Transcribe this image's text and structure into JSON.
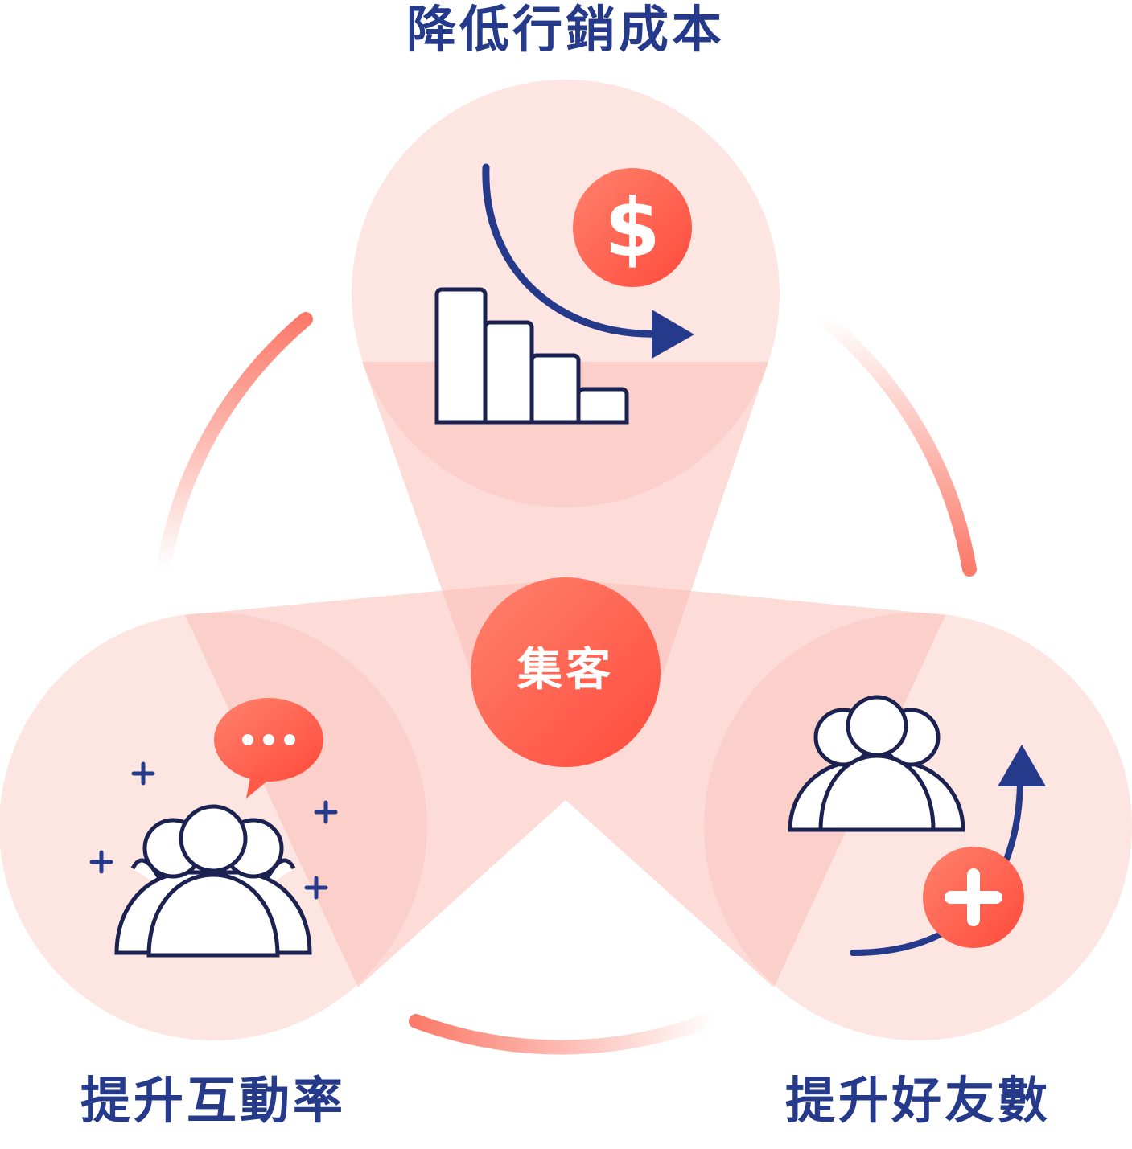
{
  "center": {
    "label": "集客"
  },
  "nodes": [
    {
      "label": "降低行銷成本",
      "icon": "cost-down-chart-icon"
    },
    {
      "label": "提升互動率",
      "icon": "group-chat-icon"
    },
    {
      "label": "提升好友數",
      "icon": "friends-increase-icon"
    }
  ],
  "colors": {
    "navy": "#253a8a",
    "accent": "#ff5a47",
    "circle": "#fde6e2",
    "cone": "#fbc5c0"
  }
}
